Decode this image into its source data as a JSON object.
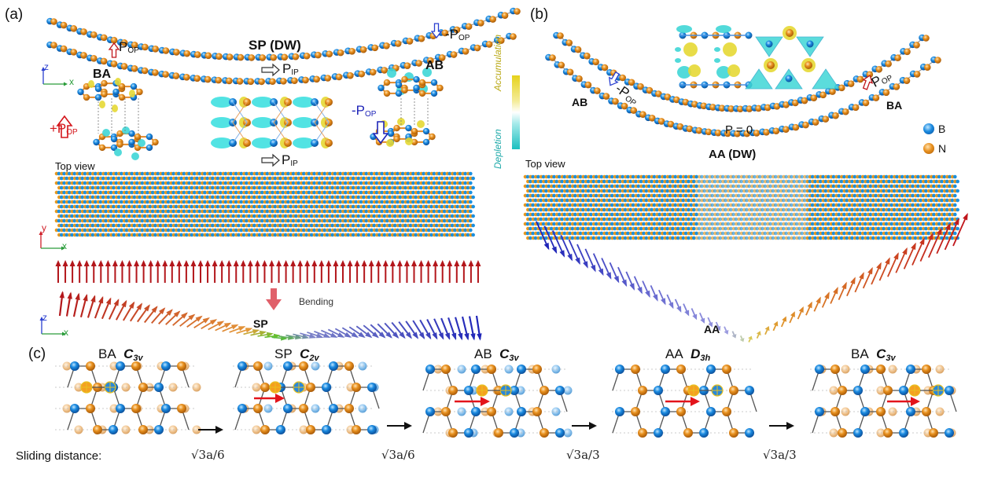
{
  "panels": {
    "a": {
      "label": "(a)",
      "dw_title": "SP (DW)",
      "left_stacking": "BA",
      "right_stacking": "AB",
      "pol_left": "P",
      "pol_left_sub": "OP",
      "pol_right_prefix": "-P",
      "pol_right_sub": "OP",
      "pol_ip": "P",
      "pol_ip_sub": "IP",
      "pol_plus_op": "+P",
      "pol_plus_op_sub": "OP",
      "pol_minus_op": "-P",
      "pol_minus_op_sub": "OP",
      "pol_ip_bottom": "P",
      "pol_ip_bottom_sub": "IP",
      "top_view": "Top view",
      "bending": "Bending",
      "sp_label": "SP",
      "axes_xz": {
        "v": "z",
        "h": "x"
      },
      "axes_xy": {
        "v": "y",
        "h": "x"
      },
      "axes_xz2": {
        "v": "z",
        "h": "x"
      }
    },
    "colorbar": {
      "top_label": "Accumulation",
      "bottom_label": "Depletion",
      "top_color": "#e6d21a",
      "mid_color": "#ffffff",
      "bottom_color": "#1bbfbf"
    },
    "b": {
      "label": "(b)",
      "left_stacking": "AB",
      "right_stacking": "BA",
      "dw_title": "AA (DW)",
      "p_zero": "P = 0",
      "pol_left_prefix": "-P",
      "pol_left_sub": "OP",
      "pol_right": "P",
      "pol_right_sub": "OP",
      "top_view": "Top view",
      "aa_label": "AA",
      "legend": [
        {
          "label": "B",
          "color": "#1a7fd6"
        },
        {
          "label": "N",
          "color": "#e08a1e"
        }
      ]
    },
    "c": {
      "label": "(c)",
      "sliding_label": "Sliding distance:",
      "stages": [
        {
          "stacking": "BA",
          "symmetry": "C",
          "symmetry_sub": "3v"
        },
        {
          "stacking": "SP",
          "symmetry": "C",
          "symmetry_sub": "2v"
        },
        {
          "stacking": "AB",
          "symmetry": "C",
          "symmetry_sub": "3v"
        },
        {
          "stacking": "AA",
          "symmetry": "D",
          "symmetry_sub": "3h"
        },
        {
          "stacking": "BA",
          "symmetry": "C",
          "symmetry_sub": "3v"
        }
      ],
      "distances": [
        "√3a/6",
        "√3a/6",
        "√3a/3",
        "√3a/3"
      ]
    }
  },
  "colors": {
    "boron": "#1a7fd6",
    "nitrogen": "#e08a1e",
    "nitrogen_faded": "#f0c89a",
    "boron_faded": "#8cc3ee",
    "pol_up": "#b3161b",
    "pol_down": "#1f25b8",
    "pol_zero": "#55c22b",
    "shift_arrow": "#e3141b",
    "charge_acc": "#e6d21a",
    "charge_dep": "#2fd0d0"
  }
}
